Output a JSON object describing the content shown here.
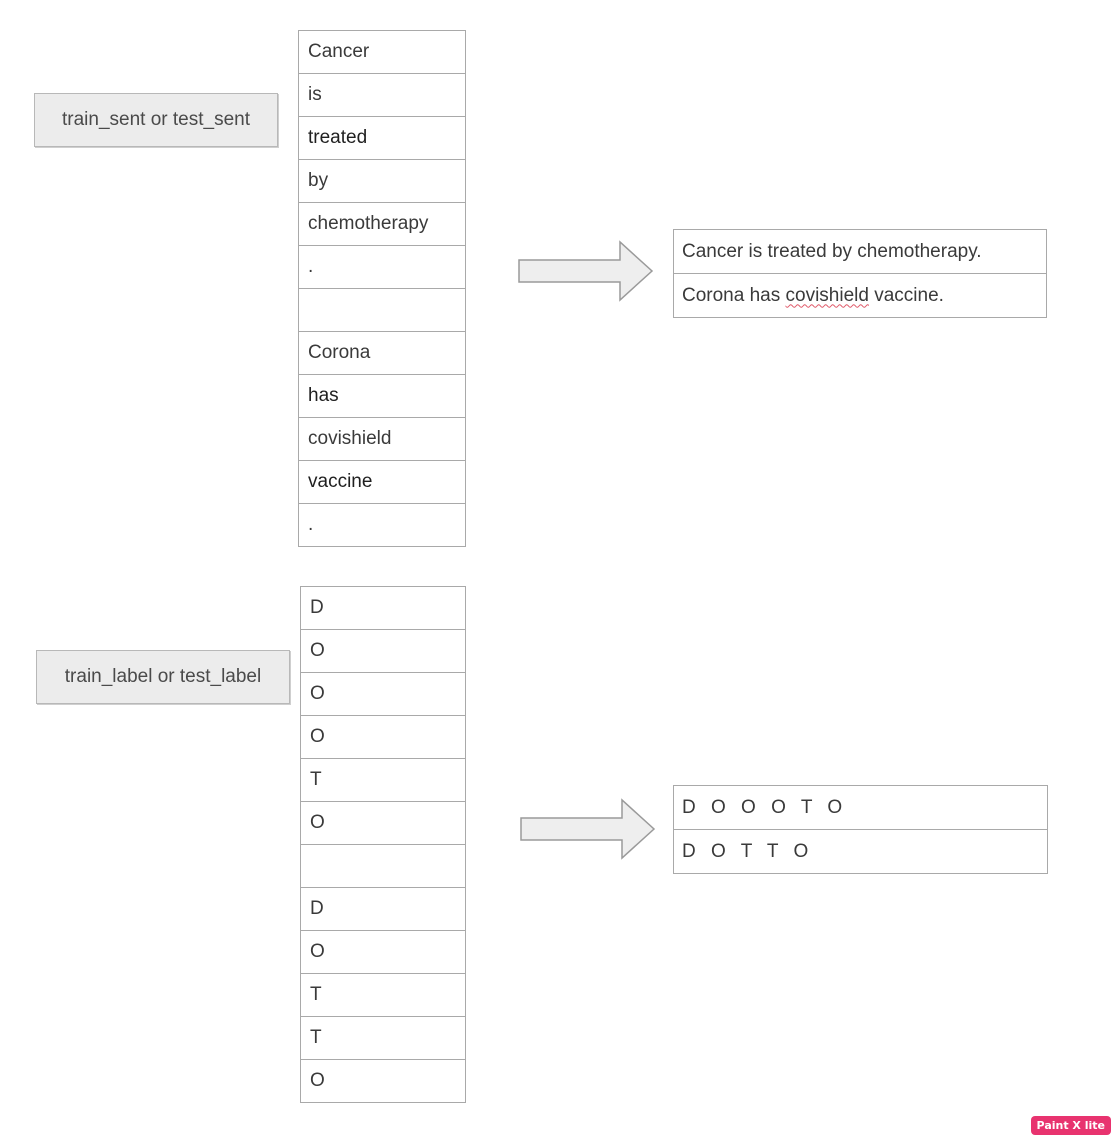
{
  "sentences_section": {
    "label": "train_sent or test_sent",
    "tokens": [
      "Cancer",
      "is",
      "treated",
      "by",
      "chemotherapy",
      ".",
      "",
      "Corona",
      "has",
      "covishield",
      "vaccine",
      "."
    ],
    "results": {
      "row1": "Cancer is treated by chemotherapy.",
      "row2_before": "Corona has ",
      "row2_underlined": "covishield",
      "row2_after": " vaccine."
    }
  },
  "labels_section": {
    "label": "train_label or test_label",
    "tokens": [
      "D",
      "O",
      "O",
      "O",
      "T",
      "O",
      "",
      "D",
      "O",
      "T",
      "T",
      "O"
    ],
    "results": [
      "D O O O T O",
      "D O T T O"
    ]
  },
  "watermark": "Paint X lite"
}
